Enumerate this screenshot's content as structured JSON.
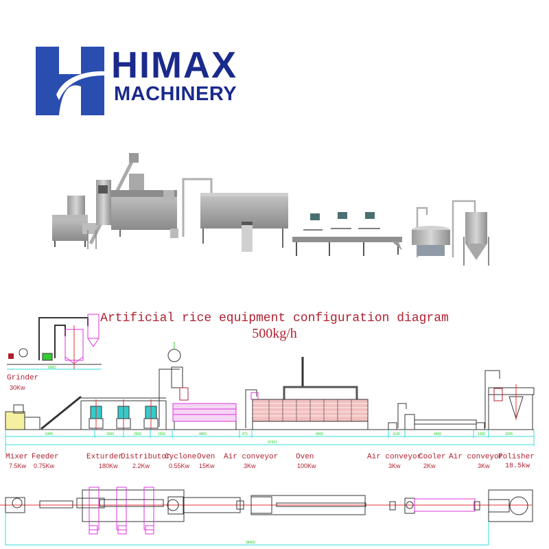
{
  "brand": {
    "name": "HIMAX",
    "subtitle": "MACHINERY",
    "color": "#1a2a8c"
  },
  "photo": {
    "description": "Artificial rice production line machines photo",
    "machines": [
      "Mixer",
      "Screw feeder",
      "Extruder",
      "Air conveyor",
      "Oven (dryer)",
      "Cooling conveyor with distributors",
      "Air conveyor",
      "Vibrating sieve",
      "Air conveyor",
      "Polisher"
    ]
  },
  "diagram": {
    "title": "Artificial rice equipment configuration diagram",
    "capacity": "500kg/h",
    "title_color": "#b02030",
    "grinder": {
      "name": "Grinder",
      "power": "30Kw"
    },
    "equipment": [
      {
        "name": "Mixer",
        "power": "7.5Kw"
      },
      {
        "name": "Feeder",
        "power": "0.75Kw"
      },
      {
        "name": "Exturder",
        "power": "180Kw"
      },
      {
        "name": "Distributor",
        "power": "2.2Kw"
      },
      {
        "name": "Cyclone",
        "power": "0.55Kw"
      },
      {
        "name": "Oven",
        "power": "15Kw"
      },
      {
        "name": "Air conveyor",
        "power": "3Kw"
      },
      {
        "name": "Oven",
        "power": "100Kw"
      },
      {
        "name": "Air conveyor",
        "power": "3Kw"
      },
      {
        "name": "Cooler",
        "power": "2Kw"
      },
      {
        "name": "Air conveyor",
        "power": "3Kw"
      },
      {
        "name": "Polisher",
        "power": "18.5kw"
      }
    ],
    "dimension_labels": [
      "6000",
      "6385",
      "2500",
      "2500",
      "1550",
      "4855",
      "871",
      "37421",
      "9000",
      "1100",
      "4000",
      "1000",
      "2205",
      "38400"
    ],
    "colors": {
      "dimension": "#33dddd",
      "dimension_text": "#22cc22",
      "outline": "#333333",
      "magenta": "#dd33dd",
      "red": "#e03030",
      "cyan_fill": "#33cccc",
      "oven_fill": "#f0b8b8"
    }
  }
}
